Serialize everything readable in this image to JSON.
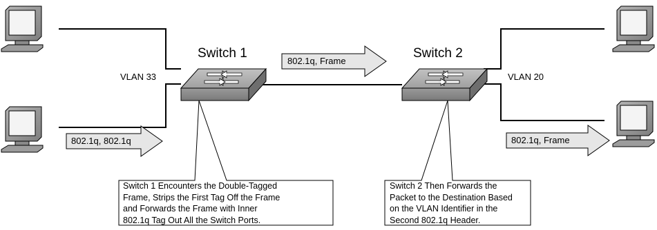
{
  "switches": [
    {
      "title": "Switch 1"
    },
    {
      "title": "Switch 2"
    }
  ],
  "vlans": {
    "left": "VLAN 33",
    "right": "VLAN 20"
  },
  "arrows": {
    "left_bottom": "802.1q, 802.1q",
    "trunk": "802.1q, Frame",
    "right_bottom": "802.1q, Frame"
  },
  "callouts": {
    "switch1": [
      "Switch 1 Encounters the Double-Tagged",
      "Frame, Strips the First Tag Off the Frame",
      "and Forwards the Frame with Inner",
      "802.1q Tag Out All the Switch Ports."
    ],
    "switch2": [
      "Switch 2 Then Forwards the",
      "Packet to the Destination Based",
      "on the VLAN Identifier in the",
      "Second 802.1q Header."
    ]
  },
  "colors": {
    "line": "#000000",
    "arrow_fill": "#e6e6e6",
    "switch_top": "#a8a8a8",
    "switch_front": "#8a8a8a",
    "computer": "#9a9a9a"
  }
}
